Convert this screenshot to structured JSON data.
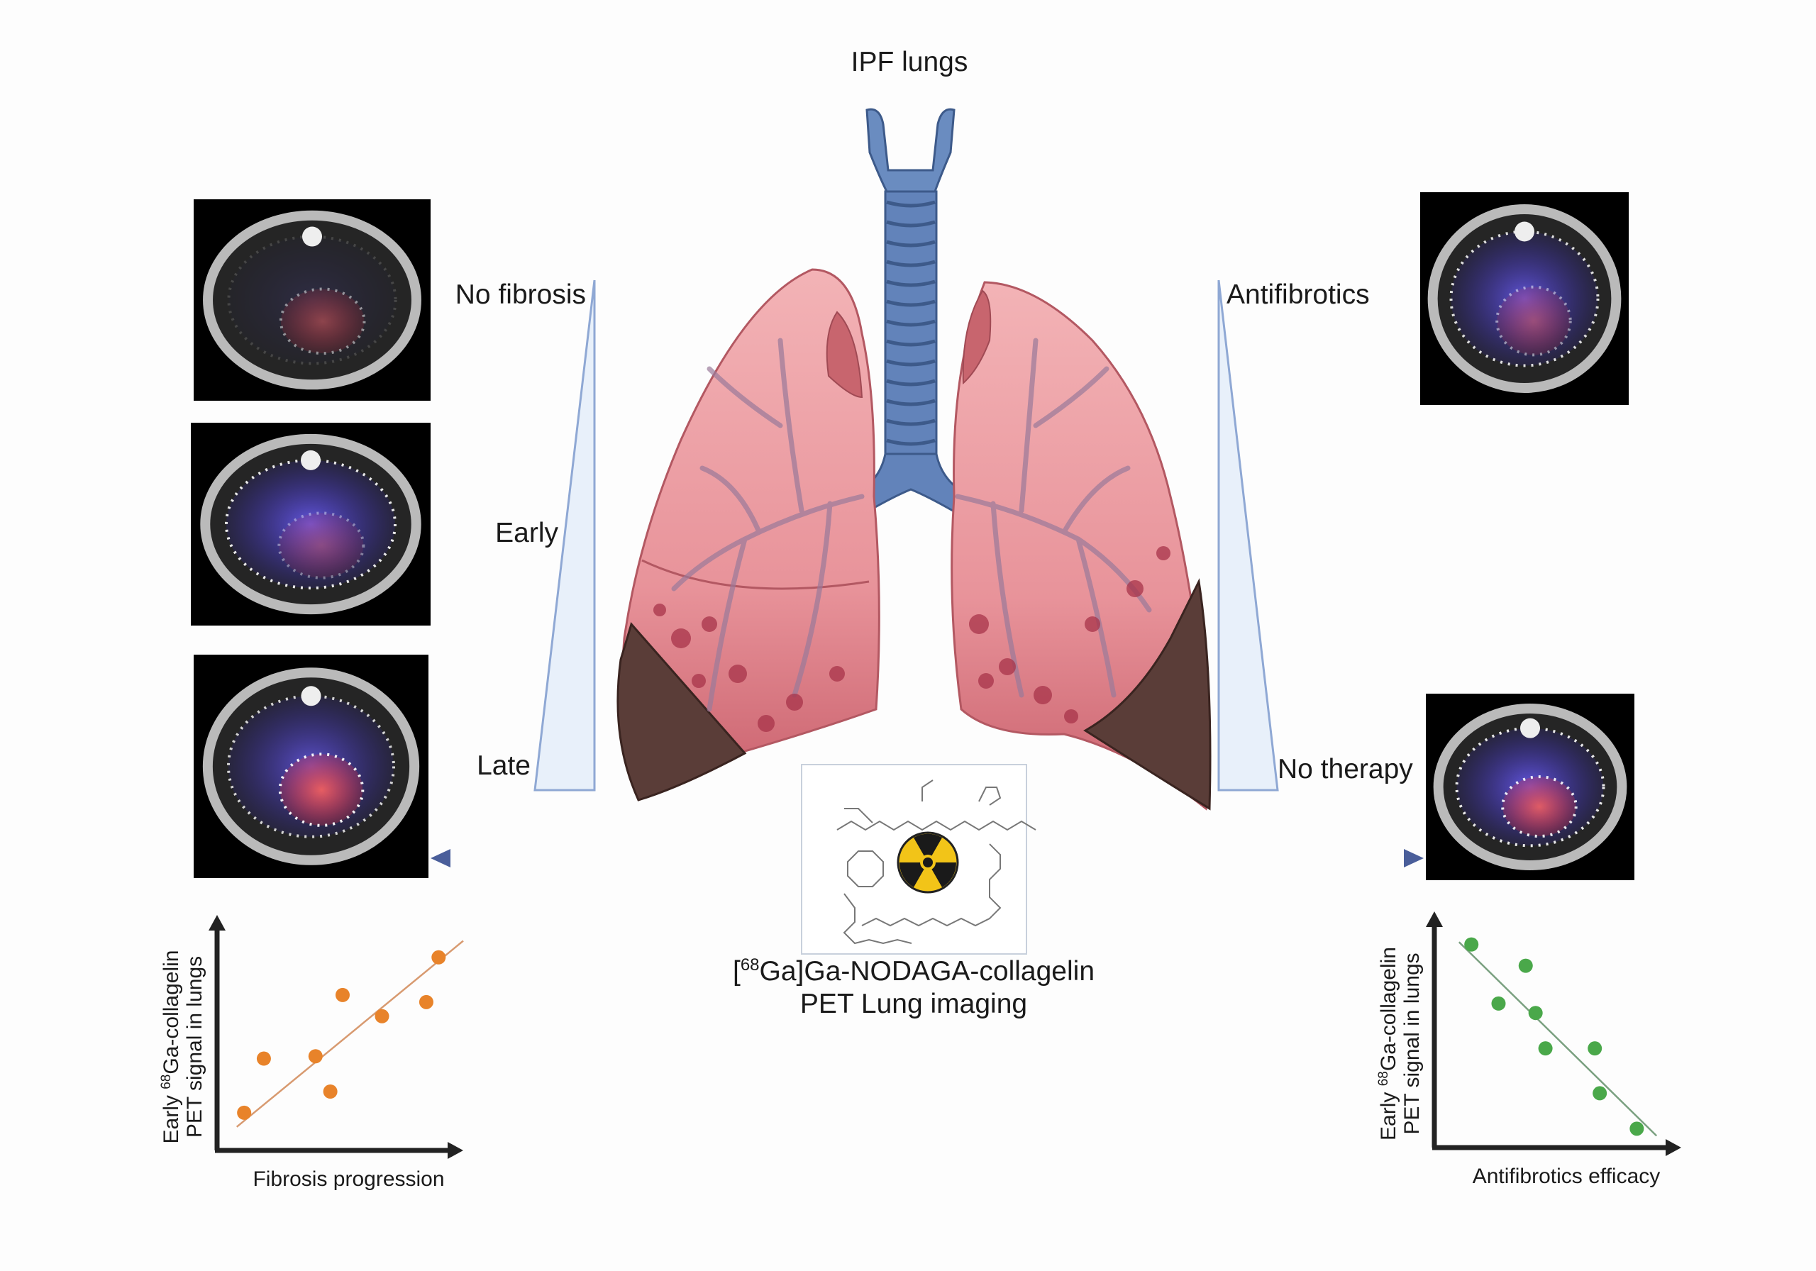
{
  "title": "IPF lungs",
  "left_scale": {
    "top": "No fibrosis",
    "middle": "Early",
    "bottom": "Late"
  },
  "right_scale": {
    "top": "Antifibrotics",
    "bottom": "No therapy"
  },
  "tracer": {
    "isotope": "68",
    "line1": "Ga]Ga-NODAGA-collagelin",
    "line1_prefix": "[",
    "line2": "PET Lung imaging"
  },
  "colors": {
    "orange": "#e8832a",
    "green": "#4aa84a",
    "arrow": "#4a5e9a",
    "lung": "#e99aa0",
    "trachea": "#5b7bb0"
  },
  "chart_data": [
    {
      "type": "scatter",
      "title": "",
      "xlabel": "Fibrosis progression",
      "ylabel_line1": "Early ",
      "ylabel_sup": "68",
      "ylabel_line1_rest": "Ga-collagelin",
      "ylabel_line2": "PET signal in lungs",
      "xlim": [
        0,
        10
      ],
      "ylim": [
        0,
        10
      ],
      "grid": false,
      "points": [
        [
          1.1,
          1.6
        ],
        [
          1.9,
          3.9
        ],
        [
          4.0,
          4.0
        ],
        [
          4.6,
          2.5
        ],
        [
          5.1,
          6.6
        ],
        [
          6.7,
          5.7
        ],
        [
          8.5,
          6.3
        ],
        [
          9.0,
          8.2
        ]
      ],
      "trendline": [
        [
          0.8,
          1.0
        ],
        [
          10,
          8.9
        ]
      ]
    },
    {
      "type": "scatter",
      "title": "",
      "xlabel": "Antifibrotics efficacy",
      "ylabel_line1": "Early ",
      "ylabel_sup": "68",
      "ylabel_line1_rest": "Ga-collagelin",
      "ylabel_line2": "PET signal in lungs",
      "xlim": [
        0,
        10
      ],
      "ylim": [
        0,
        10
      ],
      "grid": false,
      "points": [
        [
          1.5,
          8.6
        ],
        [
          3.7,
          7.7
        ],
        [
          2.6,
          6.1
        ],
        [
          4.1,
          5.7
        ],
        [
          4.5,
          4.2
        ],
        [
          6.5,
          4.2
        ],
        [
          6.7,
          2.3
        ],
        [
          8.2,
          0.8
        ]
      ],
      "trendline": [
        [
          1.0,
          8.7
        ],
        [
          9.0,
          0.5
        ]
      ]
    }
  ]
}
